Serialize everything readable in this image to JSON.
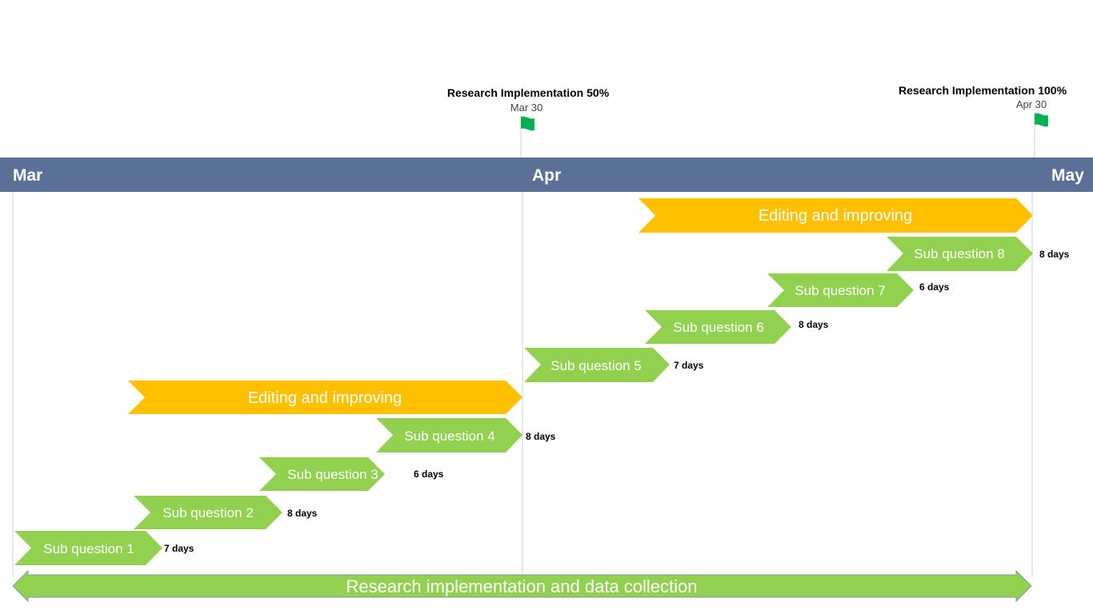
{
  "colors": {
    "axis_band": "#5b7096",
    "task_green": "#92d050",
    "phase_orange": "#ffc000",
    "flag_green": "#00b050",
    "divider": "#c9d3dc"
  },
  "months": [
    "Mar",
    "Apr",
    "May"
  ],
  "milestones": [
    {
      "title": "Research Implementation 50%",
      "date": "Mar 30",
      "icon": "flag-icon"
    },
    {
      "title": "Research Implementation 100%",
      "date": "Apr 30",
      "icon": "flag-icon"
    }
  ],
  "phases": [
    {
      "label": "Editing and improving",
      "start": "Mar 8",
      "end": "Mar 31"
    },
    {
      "label": "Editing and improving",
      "start": "Apr 8",
      "end": "Apr 30"
    }
  ],
  "tasks": [
    {
      "label": "Sub question 1",
      "duration": "7 days"
    },
    {
      "label": "Sub question 2",
      "duration": "8 days"
    },
    {
      "label": "Sub question 3",
      "duration": "6 days"
    },
    {
      "label": "Sub question 4",
      "duration": "8 days"
    },
    {
      "label": "Sub question 5",
      "duration": "7 days"
    },
    {
      "label": "Sub question 6",
      "duration": "8 days"
    },
    {
      "label": "Sub question 7",
      "duration": "6 days"
    },
    {
      "label": "Sub question 8",
      "duration": "8 days"
    }
  ],
  "summary": {
    "label": "Research implementation and data collection"
  }
}
